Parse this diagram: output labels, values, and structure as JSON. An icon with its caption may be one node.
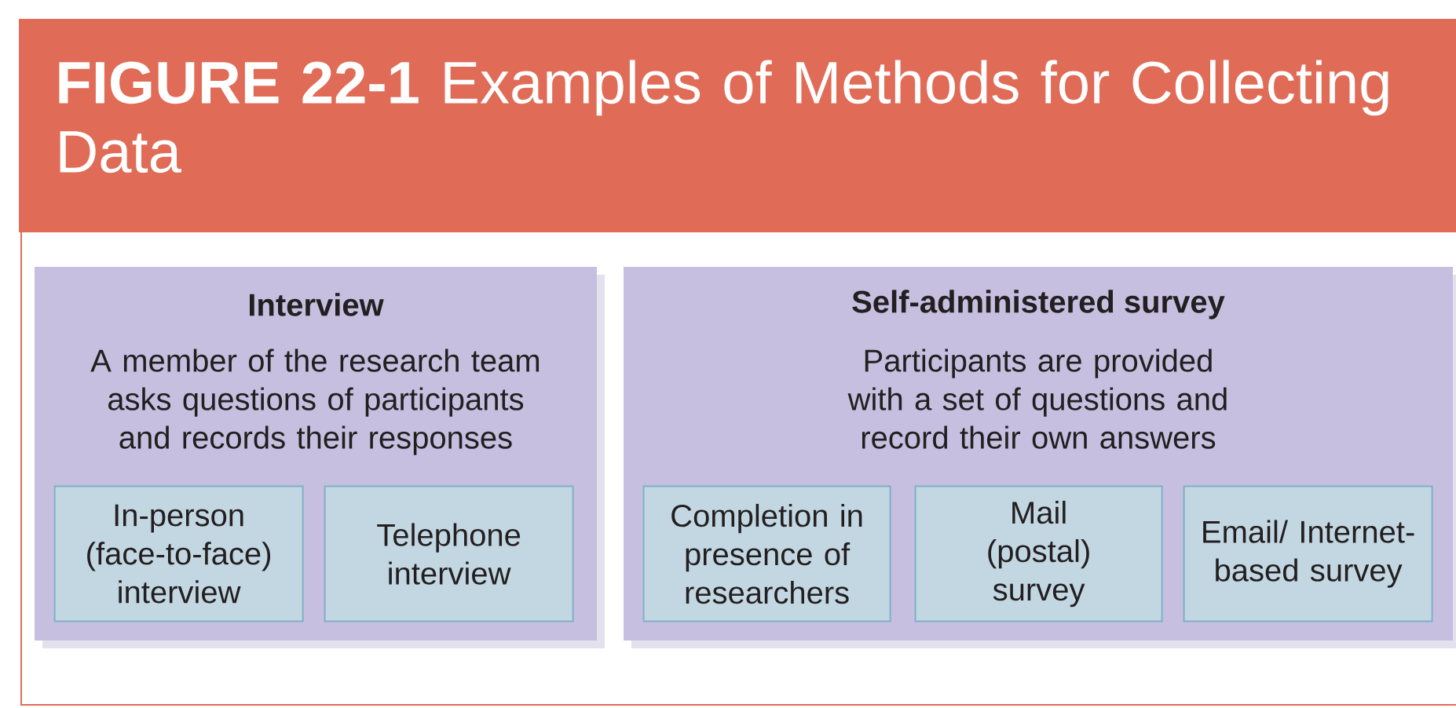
{
  "diagram": {
    "title": "**FIGURE 22-1** Examples of Methods for Collecting Data",
    "nodes": [
      {
        "text": [
          "Interview",
          "A member of the research team asks questions of participants and records their responses"
        ]
      },
      {
        "text": [
          "In-person (face-to-face) interview"
        ],
        "in": 0
      },
      {
        "text": [
          "Telephone interview"
        ],
        "in": 0
      },
      {
        "text": [
          "Self-administered survey",
          "Participants are provided with a set of questions and record their own answers"
        ]
      },
      {
        "text": [
          "Completion in presence of researchers"
        ],
        "in": 3
      },
      {
        "text": [
          "Mail (postal) survey"
        ],
        "in": 3
      },
      {
        "text": [
          "Email/ Internet-based survey"
        ],
        "in": 3
      }
    ]
  }
}
